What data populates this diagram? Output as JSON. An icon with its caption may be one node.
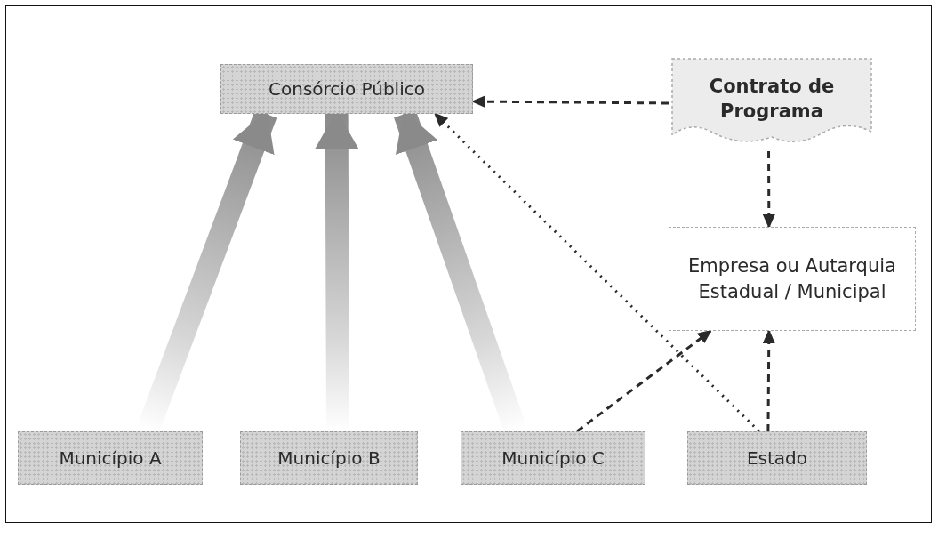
{
  "diagram": {
    "nodes": [
      {
        "text": [
          "Consórcio Público"
        ]
      },
      {
        "text": [
          "Contrato de Programa"
        ]
      },
      {
        "text": [
          "Empresa ou Autarquia Estadual / Municipal"
        ]
      },
      {
        "text": [
          "Município A"
        ]
      },
      {
        "text": [
          "Município B"
        ]
      },
      {
        "text": [
          "Município C"
        ]
      },
      {
        "text": [
          "Estado"
        ]
      }
    ],
    "edges": [
      {
        "from": 1,
        "to": 0,
        "arrow": "to",
        "style": "dashed"
      },
      {
        "from": 1,
        "to": 2,
        "arrow": "to",
        "style": "dashed"
      },
      {
        "from": 3,
        "to": 0,
        "arrow": "to",
        "style": "thick",
        "color": "#8a8a8a"
      },
      {
        "from": 4,
        "to": 0,
        "arrow": "to",
        "style": "thick",
        "color": "#8a8a8a"
      },
      {
        "from": 5,
        "to": 0,
        "arrow": "to",
        "style": "thick",
        "color": "#8a8a8a"
      },
      {
        "from": 6,
        "to": 0,
        "arrow": "to",
        "style": "dashed"
      },
      {
        "from": 5,
        "to": 2,
        "arrow": "to",
        "style": "dashed"
      },
      {
        "from": 6,
        "to": 2,
        "arrow": "to",
        "style": "dashed"
      }
    ]
  }
}
